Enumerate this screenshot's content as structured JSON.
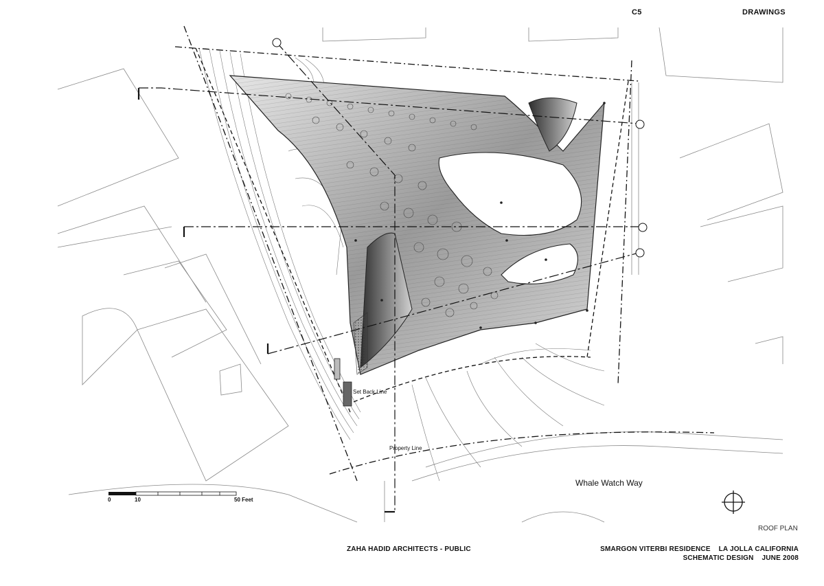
{
  "header": {
    "sheet_code": "C5",
    "section": "DRAWINGS"
  },
  "labels": {
    "set_back_line": "Set Back Line",
    "property_line": "Property Line",
    "street": "Whale Watch Way"
  },
  "scale_bar": {
    "tick_0": "0",
    "tick_10": "10",
    "tick_50": "50 Feet"
  },
  "plan_title": "ROOF PLAN",
  "footer": {
    "firm": "ZAHA HADID ARCHITECTS - PUBLIC",
    "project_line": "SMARGON VITERBI RESIDENCE    LA JOLLA CALIFORNIA",
    "phase_line": "SCHEMATIC DESIGN    JUNE 2008"
  },
  "icons": {
    "north_arrow": "north-arrow-icon"
  }
}
